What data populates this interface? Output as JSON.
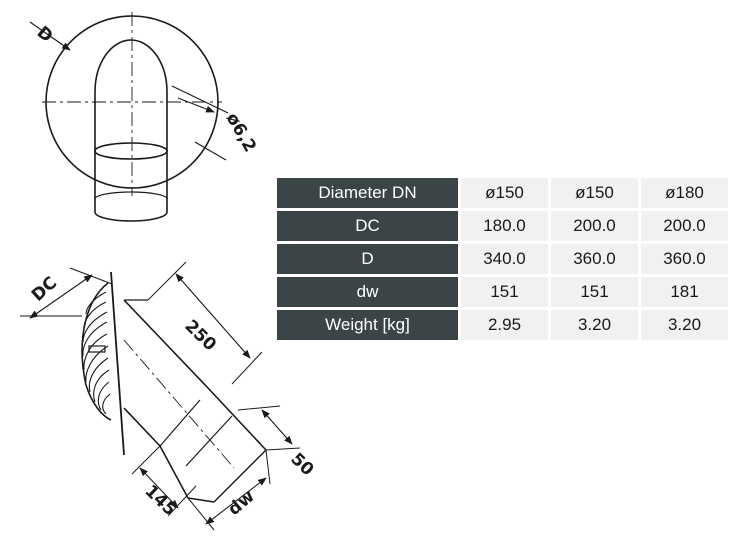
{
  "labels": {
    "D": "D",
    "phi": "ø6,2",
    "DC": "DC",
    "len250": "250",
    "len50": "50",
    "len145": "145",
    "dw": "dw"
  },
  "table": {
    "rows": [
      {
        "header": "Diameter DN",
        "values": [
          "ø150",
          "ø150",
          "ø180"
        ]
      },
      {
        "header": "DC",
        "values": [
          "180.0",
          "200.0",
          "200.0"
        ]
      },
      {
        "header": "D",
        "values": [
          "340.0",
          "360.0",
          "360.0"
        ]
      },
      {
        "header": "dw",
        "values": [
          "151",
          "151",
          "181"
        ]
      },
      {
        "header": "Weight [kg]",
        "values": [
          "2.95",
          "3.20",
          "3.20"
        ]
      }
    ]
  }
}
